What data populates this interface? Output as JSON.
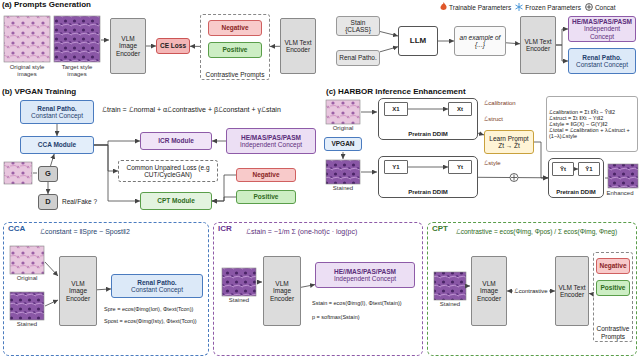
{
  "diagram": {
    "nodes": [
      {
        "text": [
          "VLM Image Encoder"
        ]
      },
      {
        "text": [
          "CE Loss"
        ]
      },
      {
        "text": [
          "Contrastive Prompts"
        ]
      },
      {
        "text": [
          "Negative"
        ],
        "in": 2
      },
      {
        "text": [
          "Positive"
        ],
        "in": 2
      },
      {
        "text": [
          "VLM Text Encoder"
        ]
      },
      {
        "text": [
          "Stain {CLASS}"
        ]
      },
      {
        "text": [
          "Renal Patho."
        ]
      },
      {
        "text": [
          "LLM"
        ]
      },
      {
        "text": [
          "an example of {...}"
        ]
      },
      {
        "text": [
          "VLM Text Encoder"
        ]
      },
      {
        "text": [
          "HE/MAS/PAS/PASM",
          "Independent Concept"
        ]
      },
      {
        "text": [
          "Renal Patho.",
          "Constant Concept"
        ]
      },
      {
        "text": [
          "Renal Patho.",
          "Constant Concept"
        ]
      },
      {
        "text": [
          "CCA Module"
        ]
      },
      {
        "text": [
          "G"
        ]
      },
      {
        "text": [
          "D"
        ]
      },
      {
        "text": [
          "ICR Module"
        ]
      },
      {
        "text": [
          "HE/MAS/PAS/PASM",
          "Independent Concept"
        ]
      },
      {
        "text": [
          "Common Unpaired Loss (e.g CUT/CycleGAN)"
        ]
      },
      {
        "text": [
          "CPT Module"
        ]
      },
      {
        "text": [
          "Negative"
        ]
      },
      {
        "text": [
          "Positive"
        ]
      },
      {
        "text": [
          "VPGAN"
        ]
      },
      {
        "text": [
          "Pretrain DDIM"
        ]
      },
      {
        "text": [
          "X1"
        ],
        "in": 24
      },
      {
        "text": [
          "Xt"
        ],
        "in": 24
      },
      {
        "text": [
          "Learn Prompt",
          "Zt → Ẑt"
        ]
      },
      {
        "text": [
          "Pretrain DDIM"
        ]
      },
      {
        "text": [
          "Y1"
        ],
        "in": 28
      },
      {
        "text": [
          "Yt"
        ],
        "in": 28
      },
      {
        "text": [
          "ℒcalibration = Σt ‖X̂t − Ŷt‖2",
          "ℒstruct = Σt ‖Xt − Yt‖2",
          "ℒstyle = ‖G(X) − G(Y)‖2",
          "ℒtotal = ℒcalibration + λℒstruct + (1−λ)ℒstyle"
        ]
      },
      {
        "text": [
          "Pretrain DDIM"
        ]
      },
      {
        "text": [
          "Ŷt"
        ],
        "in": 32
      },
      {
        "text": [
          "Ŷ1"
        ],
        "in": 32
      },
      {
        "text": [
          "CCA"
        ]
      },
      {
        "text": [
          "VLM Image Encoder"
        ],
        "in": 35
      },
      {
        "text": [
          "Renal Patho.",
          "Constant Concept"
        ],
        "in": 35
      },
      {
        "text": [
          "ICR"
        ]
      },
      {
        "text": [
          "VLM Image Encoder"
        ],
        "in": 38
      },
      {
        "text": [
          "HE//MAS/PAS/PASM",
          "Independent Concept"
        ],
        "in": 38
      },
      {
        "text": [
          "CPT"
        ]
      },
      {
        "text": [
          "VLM Image Encoder"
        ],
        "in": 41
      },
      {
        "text": [
          "VLM Text Encoder"
        ],
        "in": 41
      },
      {
        "text": [
          "Contrastive Prompts"
        ],
        "in": 41
      },
      {
        "text": [
          "Negative"
        ],
        "in": 44
      },
      {
        "text": [
          "Positive"
        ],
        "in": 44
      }
    ],
    "edges": [
      {
        "from": 0,
        "to": 1,
        "arrow": "to"
      },
      {
        "from": 2,
        "to": 1,
        "arrow": "to"
      },
      {
        "from": 5,
        "to": 2,
        "arrow": "to"
      },
      {
        "from": 6,
        "to": 8,
        "arrow": "to"
      },
      {
        "from": 7,
        "to": 8,
        "arrow": "to"
      },
      {
        "from": 8,
        "to": 9,
        "arrow": "to"
      },
      {
        "from": 9,
        "to": 10,
        "arrow": "to"
      },
      {
        "from": 10,
        "to": 11,
        "arrow": "to"
      },
      {
        "from": 10,
        "to": 12,
        "arrow": "to"
      },
      {
        "from": 13,
        "to": 14,
        "arrow": "to"
      },
      {
        "from": 15,
        "to": 14,
        "arrow": "to"
      },
      {
        "from": 15,
        "to": 16,
        "arrow": "to"
      },
      {
        "from": 14,
        "to": 17,
        "arrow": "to"
      },
      {
        "from": 14,
        "to": 19,
        "arrow": "to"
      },
      {
        "from": 14,
        "to": 20,
        "arrow": "to"
      },
      {
        "from": 18,
        "to": 17,
        "arrow": "to"
      },
      {
        "from": 21,
        "to": 20,
        "arrow": "to"
      },
      {
        "from": 22,
        "to": 20,
        "arrow": "to"
      },
      {
        "from": 25,
        "to": 26,
        "arrow": "to"
      },
      {
        "from": 24,
        "to": 27,
        "arrow": "to"
      },
      {
        "from": 27,
        "to": 32,
        "arrow": "to"
      },
      {
        "from": 28,
        "to": 32,
        "arrow": "to"
      },
      {
        "from": 29,
        "to": 30,
        "arrow": "to"
      },
      {
        "from": 33,
        "to": 34,
        "arrow": "to"
      },
      {
        "from": 36,
        "to": 37,
        "arrow": "to"
      },
      {
        "from": 39,
        "to": 40,
        "arrow": "to"
      },
      {
        "from": 42,
        "to": 43,
        "label": "ℒcontrastive",
        "arrow": "both"
      },
      {
        "from": 44,
        "to": 43,
        "arrow": "to"
      }
    ],
    "labels": [
      "(a) Prompts Generation",
      "Original style images",
      "Target style images",
      "(b) VPGAN Training",
      "ℒtrain = ℒnormal + αℒcontrastive + βℒconstant + γℒstain",
      "Real/Fake ?",
      "(c) HARBOR Inference Enhancement",
      "Original",
      "Stained",
      "Enhanced",
      "ℒcalibration",
      "ℒstruct",
      "ℒstyle",
      "ℒconstant = ‖Spre − Spost‖2",
      "Original",
      "Stained",
      "Spre = ecos(Φimg(Iori), Φtext(Tcon))",
      "Spost = ecos(Φimg(Isty), Φtext(Tcon))",
      "ℒstain = −1/m Σ (one-hot)c · log(pc)",
      "Stained",
      "Sstain = ecos(Φimg(I), Φtext(Tstain))",
      "p = softmax(Sstain)",
      "ℒcontrastive = ecos(Φimg, Φpos) / Σ ecos(Φimg, Φneg)",
      "Stained"
    ],
    "legend": [
      {
        "text": "Trainable Parameters"
      },
      {
        "text": "Frozen Parameters"
      },
      {
        "text": "Concat"
      }
    ]
  }
}
